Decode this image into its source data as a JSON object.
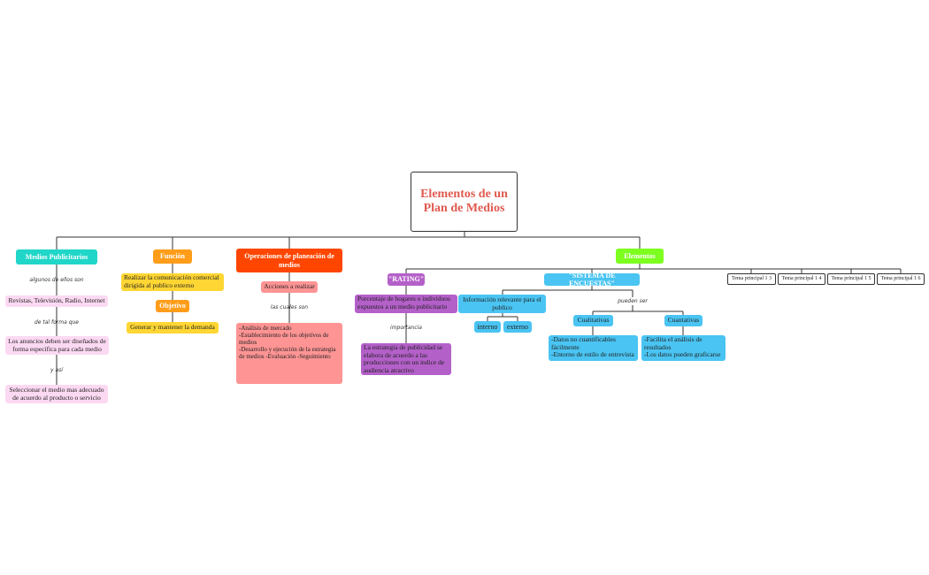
{
  "root": "Elementos de un Plan de Medios",
  "branches": {
    "medios": {
      "title": "Medios Publicitarios",
      "label1": "algunos de ellos son",
      "item1": "Revistas, Televisión, Radio, Internet",
      "label2": "de tal forma que",
      "item2": "Los anuncios deben ser diseñados de forma especifica para cada medio",
      "label3": "y así",
      "item3": "Seleccionar el medio mas adecuado de acuerdo al producto o servicio"
    },
    "funcion": {
      "title": "Función",
      "item1": "Realizar la comunicación comercial dirigida al publico externo",
      "objetivo": "Objetivo",
      "item2": "Generar y mantener la demanda"
    },
    "operaciones": {
      "title": "Operaciones de planeación de medios",
      "acciones": "Acciones a realizar",
      "label": "las cuales son",
      "list": "-Análisis de mercado\n-Establecimiento de los objetivos de medios\n-Desarrollo y ejecución de la estrategia de medios                                    -Evaluación                                    -Seguimiento"
    },
    "elementos": {
      "title": "Elementos",
      "rating": {
        "title": "\"RATING\"",
        "item1": "Porcentaje de hogares o individuos expuestos a un medio publicitario",
        "label": "importancia",
        "item2": "La estrategia de publicidad se elabora de acuerdo a las producciones con un indice de audiencia atractivo"
      },
      "sistema": {
        "title": "\"SISTEMA DE ENCUESTAS\"",
        "info": "Información relevante para el publico",
        "interno": "interno",
        "externo": "externo",
        "label": "pueden ser",
        "cualitativas": "Cualitativas",
        "cuantativas": "Cuantativas",
        "cual_text": "-Datos no cuantificables fácilmente\n-Entorno de estilo de entrevista",
        "cuan_text": "-Facilita el análisis de resultados\n -Los datos pueden graficarse"
      },
      "temas": [
        "Tema principal 1 3",
        "Tema principal 1 4",
        "Tema principal 1 5",
        "Tema principal 1 6"
      ]
    }
  },
  "colors": {
    "root_text": "#e05a4f",
    "medios": "#1fd6c8",
    "medios_items": "#fcd9f2",
    "funcion": "#ff9d1a",
    "funcion_items": "#ffd633",
    "operaciones": "#ff4600",
    "operaciones_items": "#ff9494",
    "elementos": "#7dff1f",
    "rating": "#b460c9",
    "sistema": "#4ac4f2"
  }
}
